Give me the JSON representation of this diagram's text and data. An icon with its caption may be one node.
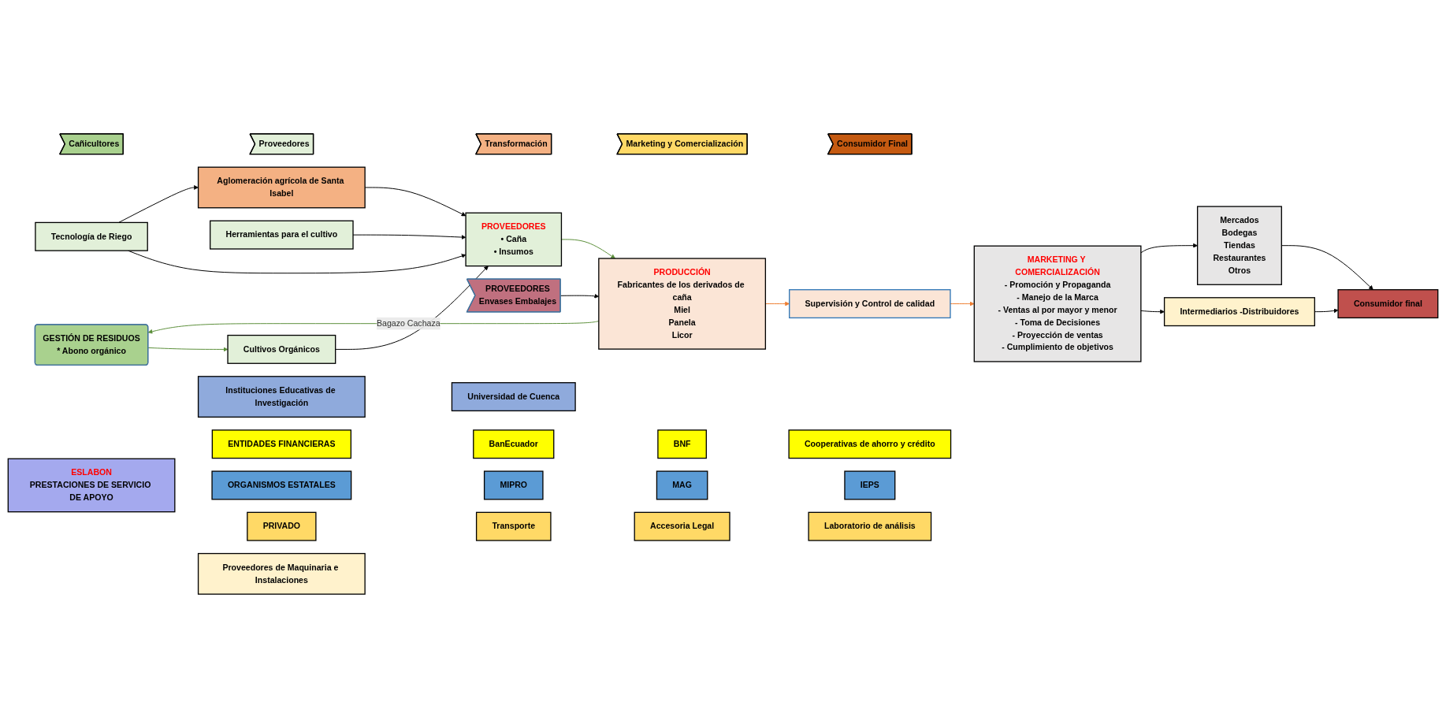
{
  "diagram": {
    "nodes": [
      {
        "text": [
          "Cañicultores"
        ]
      },
      {
        "text": [
          "Proveedores"
        ]
      },
      {
        "text": [
          "Transformación"
        ]
      },
      {
        "text": [
          "Marketing y Comercialización"
        ]
      },
      {
        "text": [
          "Consumidor Final"
        ]
      },
      {
        "text": [
          "GESTIÓN DE RESIDUOS",
          "* Abono orgánico"
        ]
      },
      {
        "text": [
          "Cultivos Orgánicos"
        ]
      },
      {
        "text": [
          "Herramientas para el cultivo"
        ]
      },
      {
        "text": [
          "Tecnología de Riego"
        ]
      },
      {
        "text": [
          "Aglomeración agrícola de Santa Isabel"
        ]
      },
      {
        "text": [
          "PROVEEDORES",
          "• Caña",
          "• Insumos"
        ]
      },
      {
        "text": [
          "PRODUCCIÓN",
          "Fabricantes de los derivados de caña",
          "Miel",
          "Panela",
          "Licor"
        ]
      },
      {
        "text": [
          "PROVEEDORES",
          "Envases Embalajes"
        ]
      },
      {
        "text": [
          "Supervisión y Control de calidad"
        ]
      },
      {
        "text": [
          "MARKETING Y COMERCIALIZACIÓN",
          "- Promoción y Propaganda",
          "- Manejo de la Marca",
          "- Ventas al por mayor y menor",
          "- Toma de Decisiones",
          "- Proyección de ventas",
          "- Cumplimiento de objetivos"
        ]
      },
      {
        "text": [
          "Intermediarios -Distribuidores"
        ]
      },
      {
        "text": [
          "Mercados",
          "Bodegas",
          "Tiendas",
          "Restaurantes",
          "Otros"
        ]
      },
      {
        "text": [
          "Consumidor final"
        ]
      },
      {
        "text": [
          "ESLABON",
          "PRESTACIONES DE SERVICIO DE APOYO"
        ]
      },
      {
        "text": [
          "Proveedores de Maquinaria e Instalaciones"
        ]
      },
      {
        "text": [
          "PRIVADO"
        ]
      },
      {
        "text": [
          "Transporte"
        ]
      },
      {
        "text": [
          "Accesoria Legal"
        ]
      },
      {
        "text": [
          "Laboratorio de análisis"
        ]
      },
      {
        "text": [
          "ORGANISMOS ESTATALES"
        ]
      },
      {
        "text": [
          "MIPRO"
        ]
      },
      {
        "text": [
          "MAG"
        ]
      },
      {
        "text": [
          "IEPS"
        ]
      },
      {
        "text": [
          "ENTIDADES FINANCIERAS"
        ]
      },
      {
        "text": [
          "BanEcuador"
        ]
      },
      {
        "text": [
          "BNF"
        ]
      },
      {
        "text": [
          "Cooperativas de ahorro y crédito"
        ]
      },
      {
        "text": [
          "Instituciones Educativas de Investigación"
        ]
      },
      {
        "text": [
          "Universidad de Cuenca"
        ]
      }
    ],
    "edges": [
      {
        "from": 5,
        "to": 6,
        "arrow": "to",
        "color": "#5b8f3a"
      },
      {
        "from": 11,
        "to": 5,
        "arrow": "to",
        "label": "Bagazo Cachaza",
        "color": "#5b8f3a"
      },
      {
        "from": 6,
        "to": 10,
        "arrow": "to"
      },
      {
        "from": 7,
        "to": 10,
        "arrow": "to"
      },
      {
        "from": 8,
        "to": 10,
        "arrow": "to"
      },
      {
        "from": 8,
        "to": 9,
        "arrow": "to"
      },
      {
        "from": 9,
        "to": 10,
        "arrow": "to"
      },
      {
        "from": 10,
        "to": 11,
        "arrow": "to",
        "color": "#5b8f3a"
      },
      {
        "from": 12,
        "to": 11,
        "arrow": "to"
      },
      {
        "from": 11,
        "to": 13,
        "arrow": "to",
        "color": "#ed7d31"
      },
      {
        "from": 13,
        "to": 14,
        "arrow": "to",
        "color": "#ed7d31"
      },
      {
        "from": 14,
        "to": 15,
        "arrow": "to"
      },
      {
        "from": 14,
        "to": 16,
        "arrow": "to"
      },
      {
        "from": 15,
        "to": 17,
        "arrow": "to"
      },
      {
        "from": 16,
        "to": 17,
        "arrow": "to"
      }
    ]
  }
}
